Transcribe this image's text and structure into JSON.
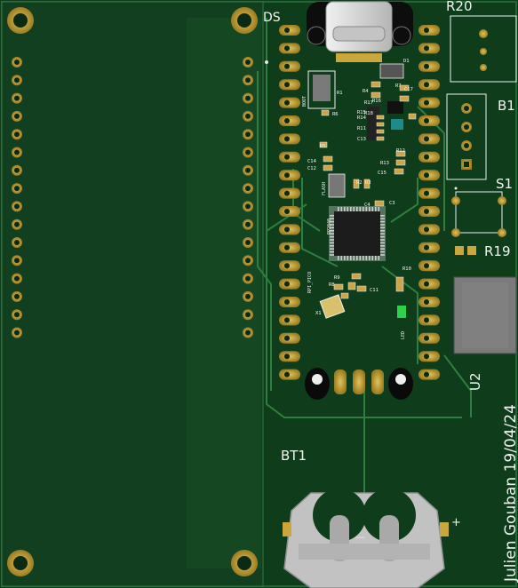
{
  "board": {
    "colors": {
      "substrate": "#0f3d1c",
      "mask": "#1a5a2a",
      "trace": "#2f7d3f",
      "pad": "#c9a73c",
      "silkscreen": "#f2f2f2",
      "chip": "#1c1c1c",
      "usb": "#d9d9d9",
      "battery_holder": "#bdbdbd"
    }
  },
  "silkscreen": {
    "top_label": "DS",
    "r20": "R20",
    "b1": "B1",
    "s1": "S1",
    "r19": "R19",
    "u2": "U2",
    "bt1": "BT1",
    "author": "Julien Gouban 19/04/24",
    "plus": "+",
    "minus": "—",
    "boot": "BOOT",
    "flash": "FLASH",
    "rp2040": "RP2040",
    "rpi_pico": "RPI_PICO",
    "led": "LED",
    "refs": {
      "d1": "D1",
      "r1": "R1",
      "r6": "R6",
      "r4": "R4",
      "r7": "R7",
      "c17": "C17",
      "r17": "R17",
      "r16": "R16",
      "r18": "R18",
      "r15": "R15",
      "r14": "R14",
      "r13": "R13",
      "r12": "R12",
      "r11": "R11",
      "c13": "C13",
      "r5": "R5",
      "c14": "C14",
      "c12": "C12",
      "c15": "C15",
      "r2": "R2",
      "r3": "R3",
      "c4": "C4",
      "c3": "C3",
      "r10": "R10",
      "r9": "R9",
      "r8": "R8",
      "c11": "C11",
      "x1": "X1"
    }
  },
  "components": {
    "usb_connector": "usb-c-icon",
    "coin_cell": "battery-holder-icon",
    "button": "push-button-icon",
    "mcu": "chip-icon",
    "module": "module-icon"
  }
}
